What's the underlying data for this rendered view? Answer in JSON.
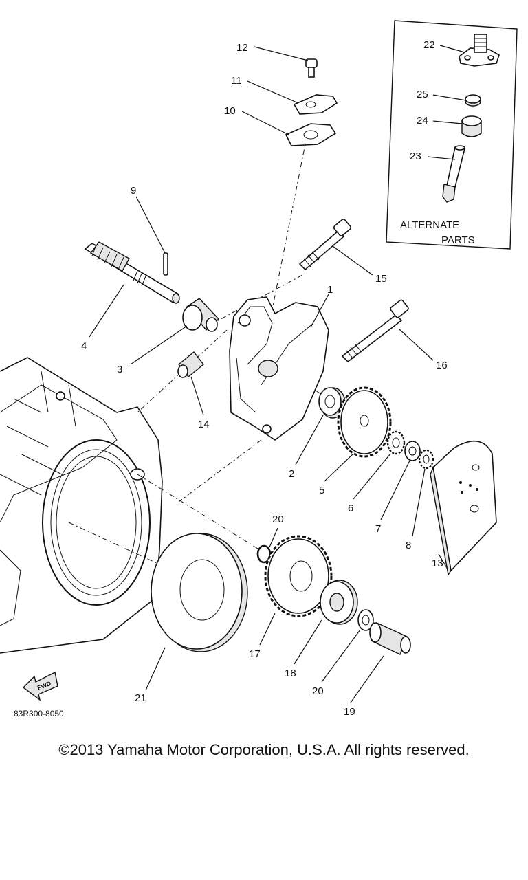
{
  "parts": {
    "p1": "1",
    "p2": "2",
    "p3": "3",
    "p4": "4",
    "p5": "5",
    "p6": "6",
    "p7": "7",
    "p8": "8",
    "p9": "9",
    "p10": "10",
    "p11": "11",
    "p12": "12",
    "p13": "13",
    "p14": "14",
    "p15": "15",
    "p16": "16",
    "p17": "17",
    "p18": "18",
    "p19": "19",
    "p20a": "20",
    "p20b": "20",
    "p21": "21",
    "p22": "22",
    "p23": "23",
    "p24": "24",
    "p25": "25"
  },
  "inset": {
    "line1": "ALTERNATE",
    "line2": "PARTS"
  },
  "fwd": "FWD",
  "diagram_code": "83R300-8050",
  "copyright": "©2013 Yamaha Motor Corporation, U.S.A. All rights reserved."
}
